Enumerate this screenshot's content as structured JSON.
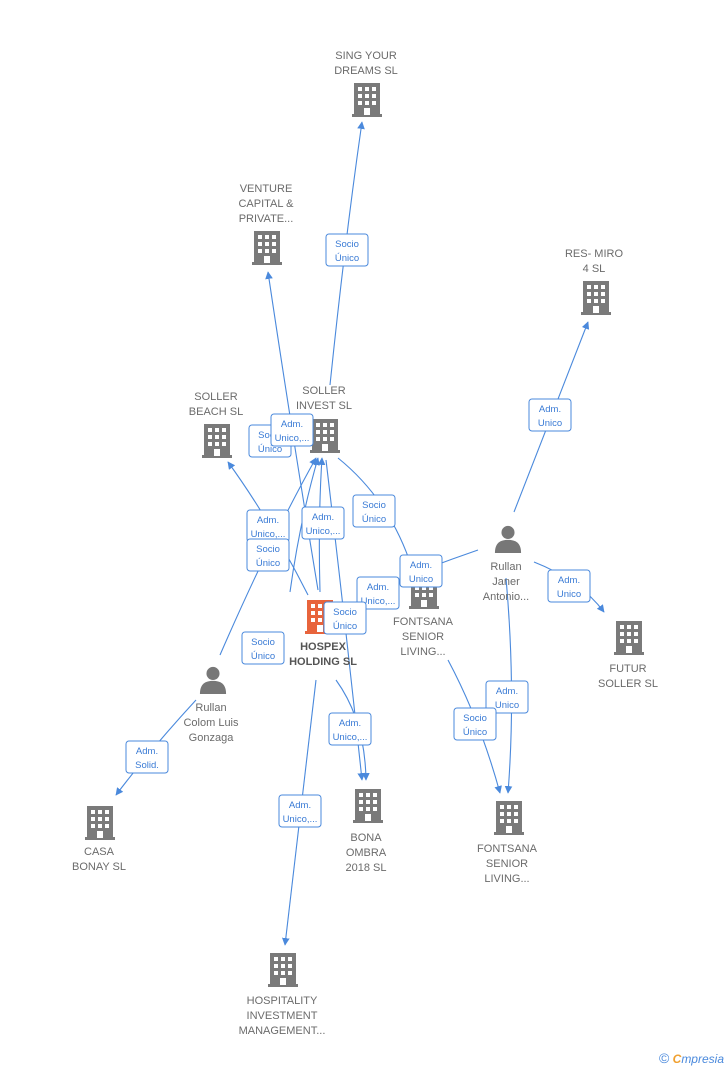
{
  "colors": {
    "edge": "#4a89dc",
    "company": "#7a7a7a",
    "main": "#e8643c",
    "person": "#777777"
  },
  "nodes": [
    {
      "id": "sing",
      "type": "company",
      "lines": [
        "SING YOUR",
        "DREAMS  SL"
      ]
    },
    {
      "id": "venture",
      "type": "company",
      "lines": [
        "VENTURE",
        "CAPITAL &",
        "PRIVATE..."
      ]
    },
    {
      "id": "resmiro",
      "type": "company",
      "lines": [
        "RES- MIRO",
        "4  SL"
      ]
    },
    {
      "id": "sollerb",
      "type": "company",
      "lines": [
        "SOLLER",
        "BEACH  SL"
      ]
    },
    {
      "id": "solleri",
      "type": "company",
      "lines": [
        "SOLLER",
        "INVEST SL"
      ]
    },
    {
      "id": "rullanj",
      "type": "person",
      "lines": [
        "Rullan",
        "Janer",
        "Antonio..."
      ]
    },
    {
      "id": "fontsana1",
      "type": "company",
      "lines": [
        "FONTSANA",
        "SENIOR",
        "LIVING..."
      ]
    },
    {
      "id": "hospex",
      "type": "main",
      "lines": [
        "HOSPEX",
        "HOLDING  SL"
      ]
    },
    {
      "id": "futur",
      "type": "company",
      "lines": [
        "FUTUR",
        "SOLLER  SL"
      ]
    },
    {
      "id": "rullanc",
      "type": "person",
      "lines": [
        "Rullan",
        "Colom Luis",
        "Gonzaga"
      ]
    },
    {
      "id": "casa",
      "type": "company",
      "lines": [
        "CASA",
        "BONAY  SL"
      ]
    },
    {
      "id": "bona",
      "type": "company",
      "lines": [
        "BONA",
        "OMBRA",
        "2018  SL"
      ]
    },
    {
      "id": "fontsana2",
      "type": "company",
      "lines": [
        "FONTSANA",
        "SENIOR",
        "LIVING..."
      ]
    },
    {
      "id": "hospitality",
      "type": "company",
      "lines": [
        "HOSPITALITY",
        "INVESTMENT",
        "MANAGEMENT..."
      ]
    }
  ],
  "badges": [
    {
      "id": "b1",
      "lines": [
        "Socio",
        "Único"
      ]
    },
    {
      "id": "b2",
      "lines": [
        "Adm.",
        "Unico"
      ]
    },
    {
      "id": "b3",
      "lines": [
        "Socio",
        "Único"
      ]
    },
    {
      "id": "b4",
      "lines": [
        "Adm.",
        "Unico,..."
      ]
    },
    {
      "id": "b5",
      "lines": [
        "Socio",
        "Único"
      ]
    },
    {
      "id": "b6",
      "lines": [
        "Adm.",
        "Unico,..."
      ]
    },
    {
      "id": "b7",
      "lines": [
        "Adm.",
        "Unico,..."
      ]
    },
    {
      "id": "b8",
      "lines": [
        "Socio",
        "Único"
      ]
    },
    {
      "id": "b9",
      "lines": [
        "Adm.",
        "Unico"
      ]
    },
    {
      "id": "b10",
      "lines": [
        "Adm.",
        "Unico,..."
      ]
    },
    {
      "id": "b11",
      "lines": [
        "Socio",
        "Único"
      ]
    },
    {
      "id": "b12",
      "lines": [
        "Adm.",
        "Unico"
      ]
    },
    {
      "id": "b13",
      "lines": [
        "Socio",
        "Único"
      ]
    },
    {
      "id": "b14",
      "lines": [
        "Adm.",
        "Unico"
      ]
    },
    {
      "id": "b15",
      "lines": [
        "Adm.",
        "Unico,..."
      ]
    },
    {
      "id": "b16",
      "lines": [
        "Socio",
        "Único"
      ]
    },
    {
      "id": "b17",
      "lines": [
        "Adm.",
        "Solid."
      ]
    },
    {
      "id": "b18",
      "lines": [
        "Adm.",
        "Unico,..."
      ]
    }
  ],
  "footer": {
    "copyright": "©",
    "brand_first": "C",
    "brand_rest": "mpresia"
  }
}
